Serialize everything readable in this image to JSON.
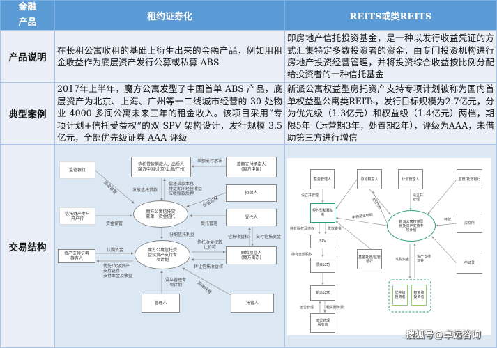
{
  "header": {
    "col1": "金融\n产品",
    "col2": "租约证券化",
    "col3": "REITS或类REITS"
  },
  "rows": [
    {
      "label": "产品说明",
      "col2": "在长租公寓收租的基础上衍生出来的金融产品，例如用租金收益作为底层资产发行公募或私募 ABS",
      "col3": "即房地产信托投资基金，是一种以发行收益凭证的方式汇集特定多数投资者的资金，由专门投资机构进行房地产投资经营管理，并将投资综合收益按比例分配给投资者的一种信托基金"
    },
    {
      "label": "典型案例",
      "col2": "2017年上半年，魔方公寓发型了中国首单 ABS 产品，底层资产为北京、上海、广州等一二线城市经营的 30 处物业 4000 多间公寓未来三年的租金收入。该项目采用“专项计划+信托受益权”的双 SPV 架构设计，发行规模 3.5 亿元，全部优先级证券 AAA 评级",
      "col3": "新派公寓权益型房托资产支持专项计划被称为国内首单权益型公寓类REITs，发行目标规模为2.7亿元，分为优先级（1.3亿元）和权益级（1.4亿元）两档，期限5年（运营期3年，处置期2年），评级为AAA，未借助第三方进行增信"
    },
    {
      "label": "交易结构"
    }
  ],
  "left_diagram": {
    "boxes": {
      "supervisor_bank": "监管银行",
      "borrower": "信托贷款借款人、出质人\n(魔方中国/北京/上海/广州)",
      "shortfall": "差额支付承诺人\n(魔方中国)",
      "guarantor": "担保人",
      "account_bank": "信托财产专户\n开户行",
      "trustee": "受托人",
      "trust": "魔方公寓信托贷\n款单一资金信托",
      "plan": "魔方公寓信托受\n益权资产支持专\n项计划",
      "originator": "原始权益人\n(魔方南京)",
      "holders": "资产支持证券\n持有人",
      "manager": "管理人",
      "custodian": "托管人"
    },
    "edges": {
      "shortfall_commit": "差额支付承诺",
      "fund_supervision": "资金监管",
      "issue_loan": "发放信托贷款",
      "repay": "偿还贷款本息\n特定期间经营收益\n应收账款质押",
      "guarantee": "保证担保",
      "fund_custody": "资金保管",
      "trust_mgmt": "受托管理",
      "distribute": "分配信托利益",
      "beneficial_right": "信托收益权",
      "pay_trust_funds": "支付信托资金",
      "transfer_price": "信托收益权转\n让价款",
      "subscribe": "认购资金",
      "transfer_right": "转让信托收益权",
      "pay_principal": "优先/次级资产\n支持证券\n支付本金及收益",
      "setup_plan": "设立管理专\n项计划",
      "custody2": "资金托管"
    }
  },
  "right_diagram": {
    "boxes": {
      "fund_manager": "基金管理人",
      "originator": "原始权益人",
      "plan_manager": "计划管理人",
      "custody_bank": "监管/托管银行",
      "private_fund": "契约型私募基金",
      "spv": "SPV",
      "project_co": "项目公司",
      "xinpai": "新派公寓",
      "operator": "运营管理\n服务商",
      "fund_custody_bank": "基金托管/监管\n银行",
      "plan": "新派公寓权益型\n房托资产支持专\n项计划",
      "szse": "深交所",
      "csdc": "中证登",
      "senior": "优先级\n投资者",
      "equity": "权益级\n投资者"
    },
    "edges": {
      "setup_manage": "设立并管理",
      "hold_equity": "持有股权及债权",
      "entrust_loan": "发放委贷",
      "hold_all": "持有全部股权",
      "op_mgmt": "运营管理",
      "service_fee": "租赁服务费",
      "subscribe_fund": "申购基金份额",
      "subscribe": "认购资金",
      "abs": "资产支持\n证券",
      "listing": "挂牌",
      "setup2": "设立并\n管理",
      "pay": "支付对价"
    }
  },
  "watermark": "搜狐号@卓远咨询"
}
